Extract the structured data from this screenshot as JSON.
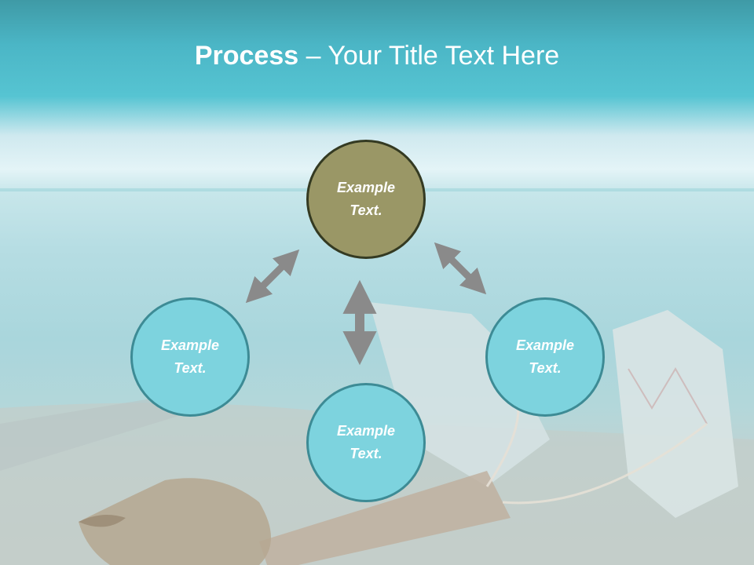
{
  "slide": {
    "title_bold": "Process",
    "title_rest": " – Your Title Text Here"
  },
  "diagram": {
    "nodes": [
      {
        "id": "top",
        "label": "Example Text.",
        "color": "#9a9766"
      },
      {
        "id": "left",
        "label": "Example Text.",
        "color": "#7dd3de"
      },
      {
        "id": "right",
        "label": "Example Text.",
        "color": "#7dd3de"
      },
      {
        "id": "bottom",
        "label": "Example Text.",
        "color": "#7dd3de"
      }
    ],
    "arrow_color": "#8a8a8a"
  }
}
